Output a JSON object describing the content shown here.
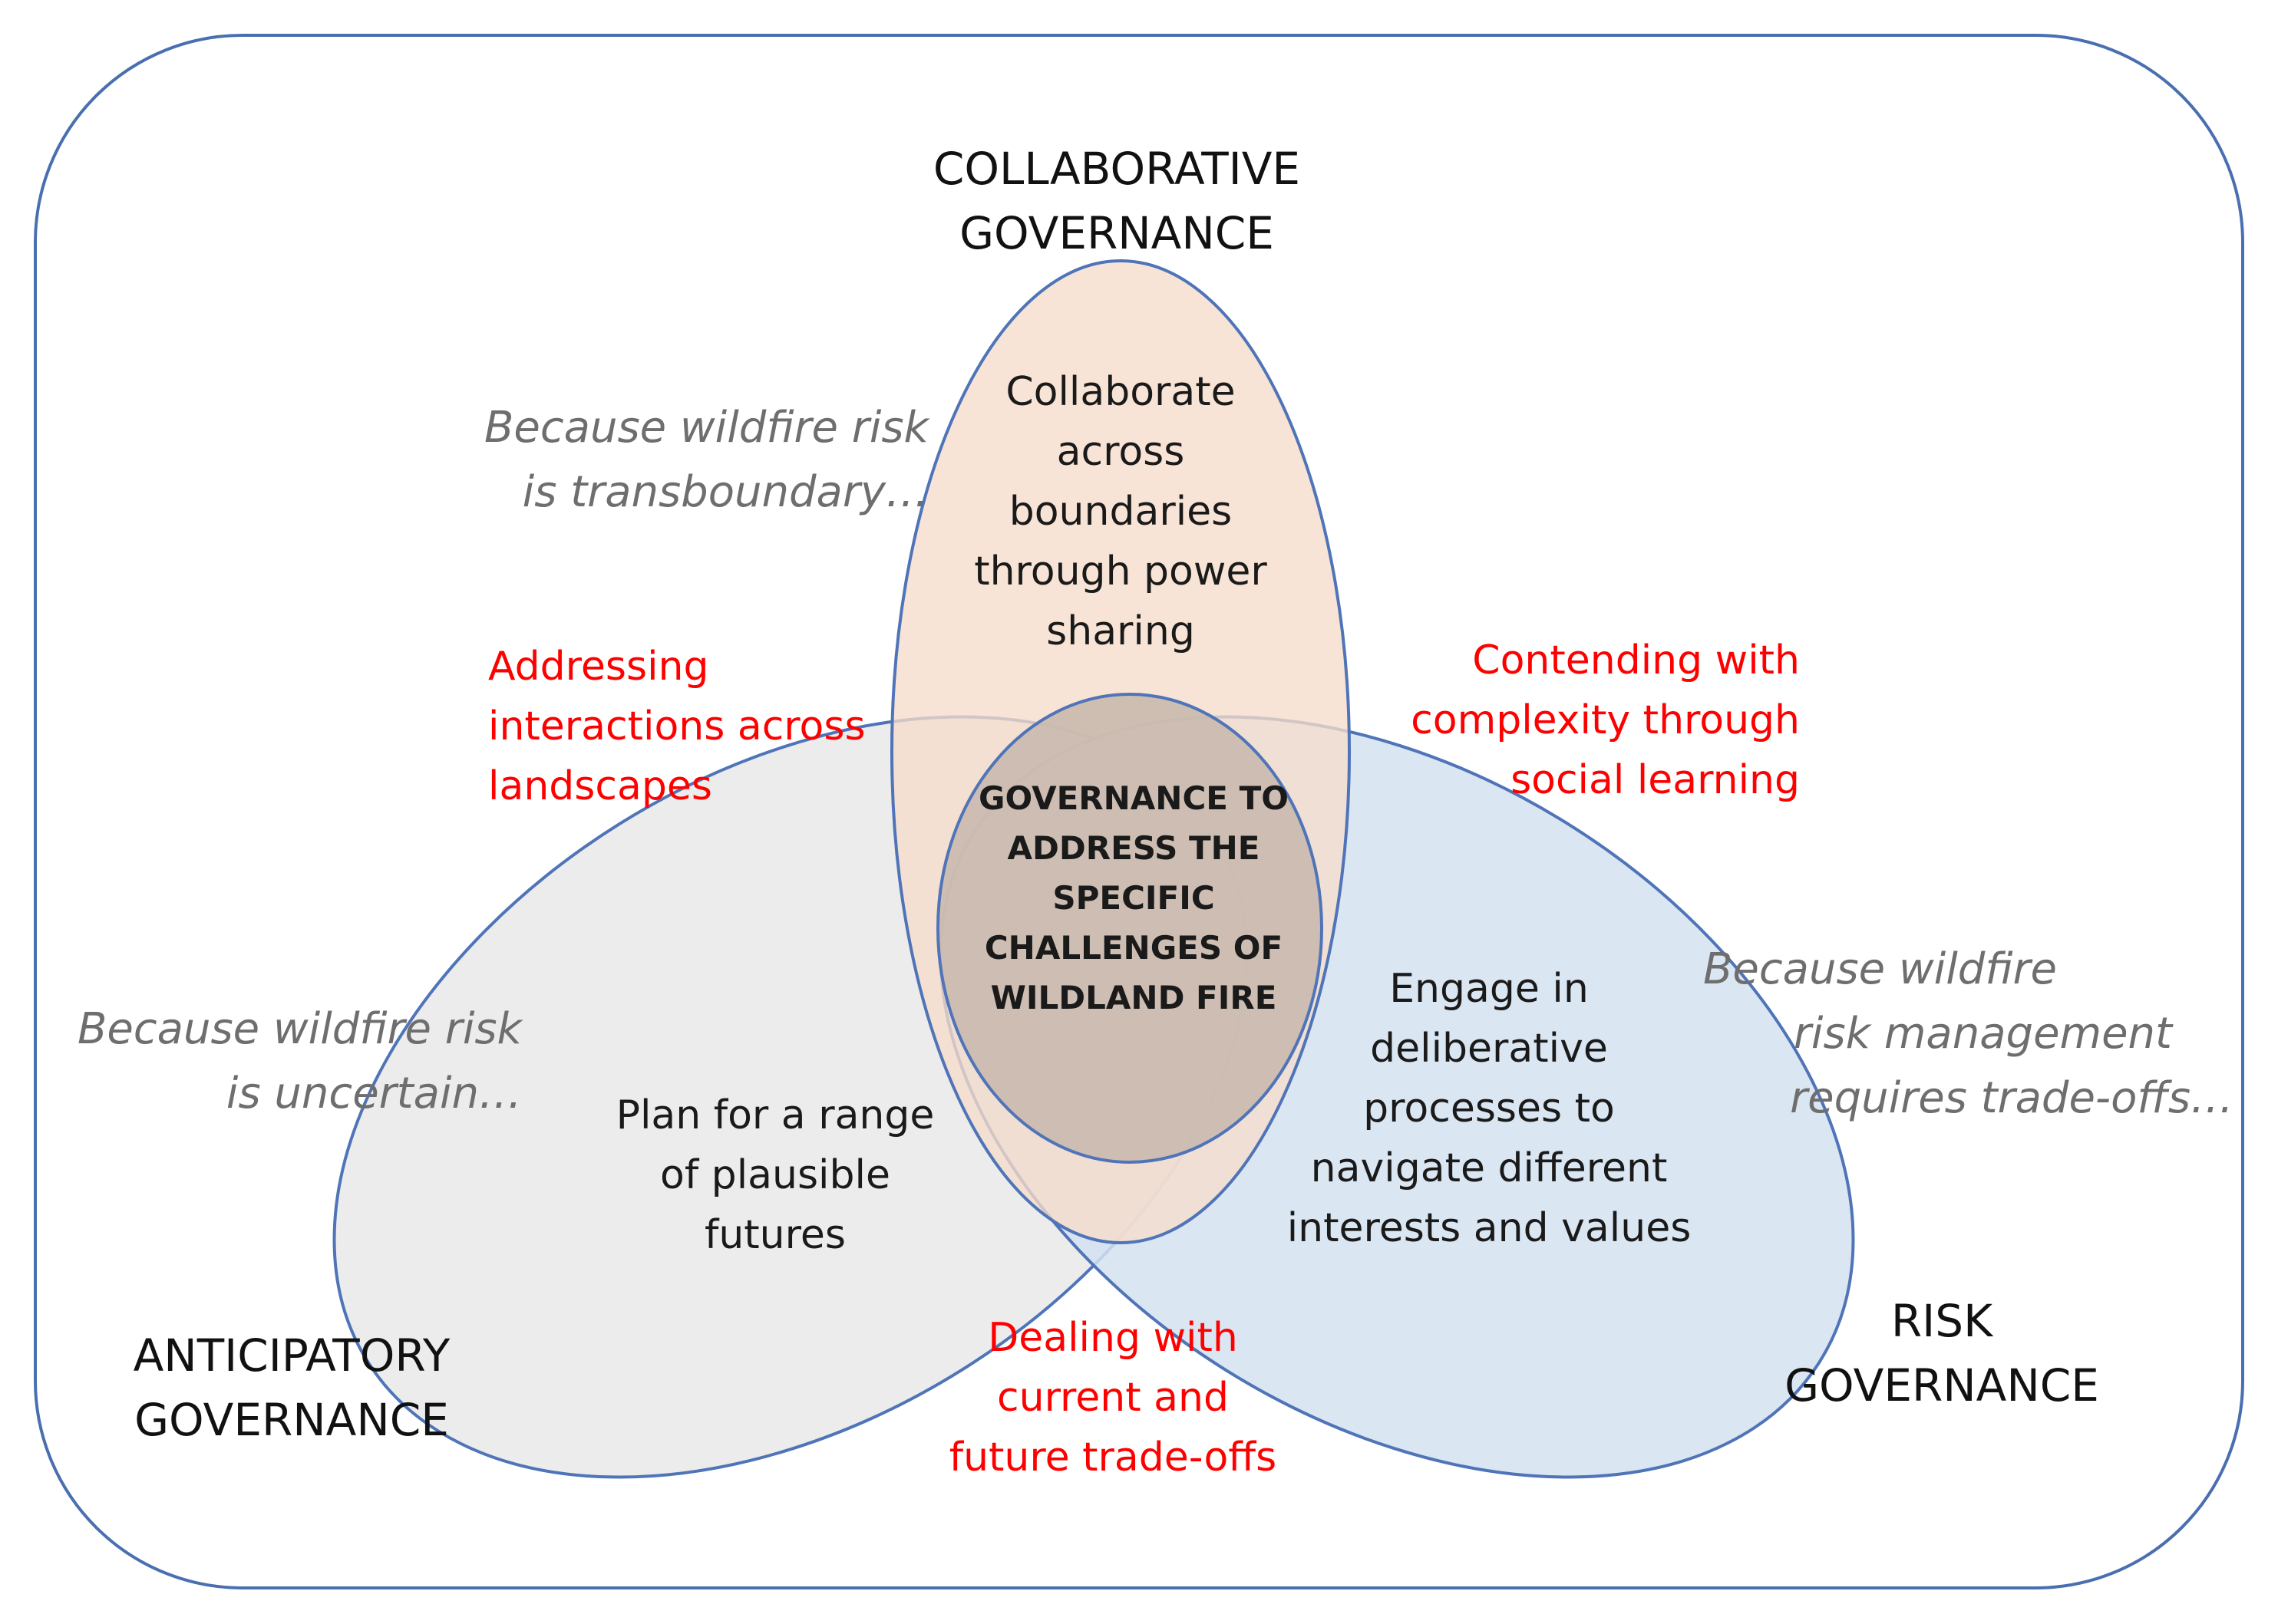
{
  "headings": {
    "collaborative": [
      "COLLABORATIVE",
      "GOVERNANCE"
    ],
    "anticipatory": [
      "ANTICIPATORY",
      "GOVERNANCE"
    ],
    "risk": [
      "RISK",
      "GOVERNANCE"
    ]
  },
  "circles": {
    "collaborative": [
      "Collaborate",
      "across",
      "boundaries",
      "through power",
      "sharing"
    ],
    "anticipatory": [
      "Plan for a range",
      "of plausible",
      "futures"
    ],
    "risk": [
      "Engage in",
      "deliberative",
      "processes to",
      "navigate different",
      "interests and values"
    ]
  },
  "center": [
    "GOVERNANCE TO",
    "ADDRESS THE",
    "SPECIFIC",
    "CHALLENGES OF",
    "WILDLAND FIRE"
  ],
  "intersections": {
    "collab_anticipatory": [
      "Addressing",
      "interactions across",
      "landscapes"
    ],
    "collab_risk": [
      "Contending with",
      "complexity through",
      "social learning"
    ],
    "anticipatory_risk": [
      "Dealing with",
      "current and",
      "future trade-offs"
    ]
  },
  "because": {
    "collaborative": [
      "Because wildfire risk",
      "is transboundary…"
    ],
    "anticipatory": [
      "Because wildfire risk",
      "is uncertain…"
    ],
    "risk": [
      "Because wildfire",
      "risk management",
      "requires trade-offs…"
    ]
  },
  "colors": {
    "frame": "#4a6fb0",
    "collaborative_fill": "#f6dccb",
    "anticipatory_fill": "#e9e9ea",
    "risk_fill": "#d5e2f1",
    "center_fill": "#c9b9ae",
    "circle_stroke": "#4f74b8",
    "intersection_text": "#ff0000",
    "because_text": "#6e6e6e"
  }
}
